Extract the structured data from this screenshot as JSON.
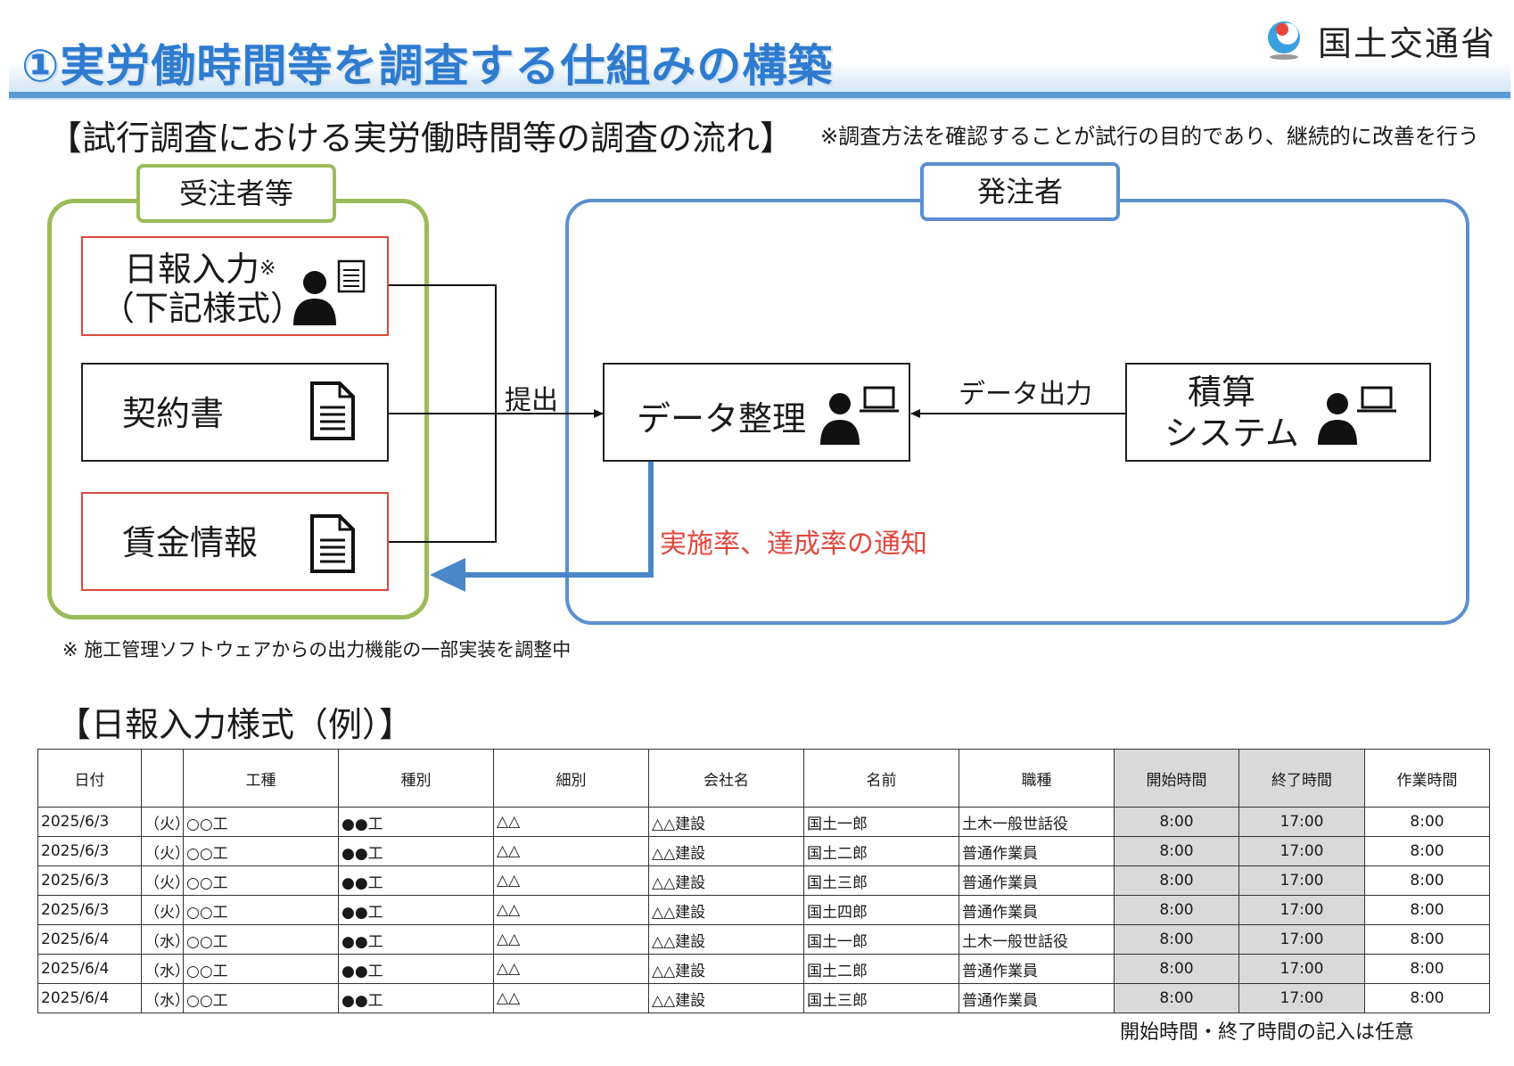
{
  "header": {
    "title": "①実労働時間等を調査する仕組みの構築",
    "ministry": "国土交通省"
  },
  "flow_section": {
    "heading": "【試行調査における実労働時間等の調査の流れ】",
    "note": "※調査方法を確認することが試行の目的であり、継続的に改善を行う",
    "contractor_group": "受注者等",
    "orderer_group": "発注者",
    "daily_report_line1": "日報入力",
    "daily_report_mark": "※",
    "daily_report_line2": "（下記様式）",
    "contract": "契約書",
    "wage": "賃金情報",
    "submit_label": "提出",
    "data_org": "データ整理",
    "data_output_label": "データ出力",
    "estimate_line1": "積算",
    "estimate_line2": "システム",
    "notify_label": "実施率、達成率の通知",
    "footnote": "※ 施工管理ソフトウェアからの出力機能の一部実装を調整中",
    "colors": {
      "green": "#9bbb59",
      "blue": "#5b8fd0",
      "red": "#e0473d",
      "arrow_blue": "#4a86c8"
    }
  },
  "table_section": {
    "heading": "【日報入力様式（例）】",
    "columns": [
      "日付",
      "",
      "工種",
      "種別",
      "細別",
      "会社名",
      "名前",
      "職種",
      "開始時間",
      "終了時間",
      "作業時間"
    ],
    "rows": [
      [
        "2025/6/3",
        "（火）",
        "○○工",
        "●●工",
        "△△",
        "△△建設",
        "国土一郎",
        "土木一般世話役",
        "8:00",
        "17:00",
        "8:00"
      ],
      [
        "2025/6/3",
        "（火）",
        "○○工",
        "●●工",
        "△△",
        "△△建設",
        "国土二郎",
        "普通作業員",
        "8:00",
        "17:00",
        "8:00"
      ],
      [
        "2025/6/3",
        "（火）",
        "○○工",
        "●●工",
        "△△",
        "△△建設",
        "国土三郎",
        "普通作業員",
        "8:00",
        "17:00",
        "8:00"
      ],
      [
        "2025/6/3",
        "（火）",
        "○○工",
        "●●工",
        "△△",
        "△△建設",
        "国土四郎",
        "普通作業員",
        "8:00",
        "17:00",
        "8:00"
      ],
      [
        "2025/6/4",
        "（水）",
        "○○工",
        "●●工",
        "△△",
        "△△建設",
        "国土一郎",
        "土木一般世話役",
        "8:00",
        "17:00",
        "8:00"
      ],
      [
        "2025/6/4",
        "（水）",
        "○○工",
        "●●工",
        "△△",
        "△△建設",
        "国土二郎",
        "普通作業員",
        "8:00",
        "17:00",
        "8:00"
      ],
      [
        "2025/6/4",
        "（水）",
        "○○工",
        "●●工",
        "△△",
        "△△建設",
        "国土三郎",
        "普通作業員",
        "8:00",
        "17:00",
        "8:00"
      ]
    ],
    "note": "開始時間・終了時間の記入は任意"
  },
  "icons": [
    "person-icon",
    "document-icon",
    "laptop-icon",
    "ministry-logo-icon"
  ]
}
